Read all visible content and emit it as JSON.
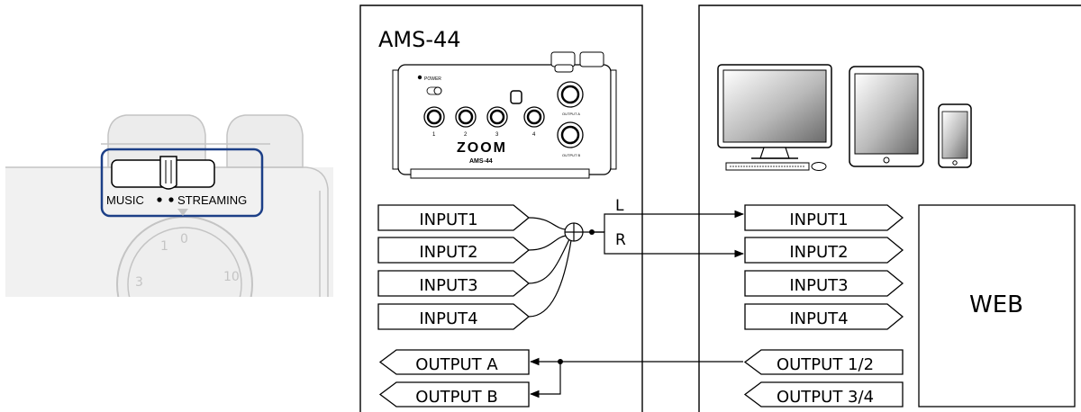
{
  "device": {
    "name": "AMS-44",
    "logo": "ZOOM",
    "model_label": "AMS-44",
    "panel_labels": {
      "power": "POWER",
      "ch1": "1",
      "ch2": "2",
      "ch3": "3",
      "ch4": "4",
      "output_a": "OUTPUT A",
      "output_b": "OUTPUT B"
    }
  },
  "closeup": {
    "switch_left_label": "MUSIC",
    "switch_right_label": "STREAMING",
    "highlight_color": "#1c3f87"
  },
  "ams_inputs": [
    "INPUT1",
    "INPUT2",
    "INPUT3",
    "INPUT4"
  ],
  "ams_outputs": [
    "OUTPUT A",
    "OUTPUT B"
  ],
  "channel_labels": {
    "left": "L",
    "right": "R"
  },
  "computer": {
    "inputs": [
      "INPUT1",
      "INPUT2",
      "INPUT3",
      "INPUT4"
    ],
    "outputs": [
      "OUTPUT 1/2",
      "OUTPUT 3/4"
    ],
    "web_label": "WEB",
    "devices": [
      "desktop-computer-icon",
      "tablet-icon",
      "smartphone-icon"
    ]
  }
}
